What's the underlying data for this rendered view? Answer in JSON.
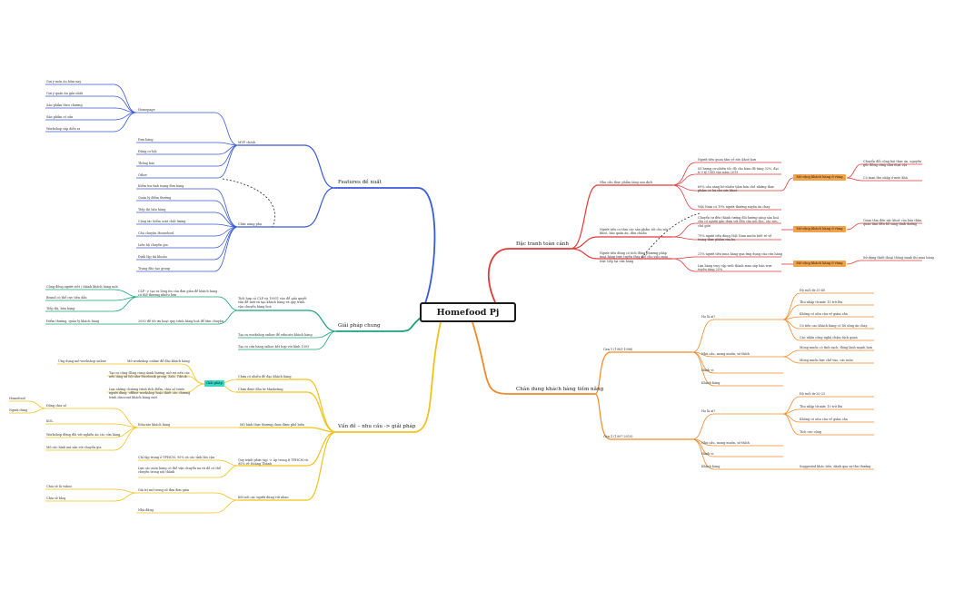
{
  "root": "Homefood Pj",
  "branches": {
    "features": "Features đề xuất",
    "solution": "Giải pháp chung",
    "problem": "Vấn đề – nhu cầu -> giải pháp",
    "context": "Đặc tranh toàn cảnh",
    "persona": "Chân dung khách hàng tiềm năng"
  },
  "features": {
    "main": "MVP chính",
    "homepage": "Homepage",
    "homepage_items": [
      "Gợi ý món ăn hôm nay",
      "Gợi ý quán ăn gần nhất",
      "Sản phẩm theo chương",
      "Sản phẩm có sẵn",
      "Workshop sắp diễn ra"
    ],
    "main_items": [
      "Đơn hàng",
      "Đăng cơ hội",
      "Thông báo",
      "Other"
    ],
    "extra": "Chức năng phụ",
    "extra_items": [
      "Kiểm tra tình trạng đơn hàng",
      "Quản lý điểm thưởng",
      "Tiếp thị bán hàng",
      "Cộng tác kiểm soát chất lượng",
      "Câu chuyện Homefood",
      "Liên hệ chuyên gia",
      "Định lập tài khoản",
      "Trang đào tạo group"
    ]
  },
  "solution": {
    "left_items": [
      "Cộng đồng người viết / thành khách hàng mới",
      "Brand có thể cực tiền dẫn",
      "Tiếp thị, bán hàng",
      "Điểm thưởng, quản lý khách hàng"
    ],
    "desc1": "CLP -> tạo ra lòng tin của đơn giản để khách hàng có thể thương nhiều hơn",
    "desc2": "2050 để tối ưu hoạt quy trình bằng hoá để tâm chuyện",
    "summary": "Tích hợp cả CLP và 19931 vào để giải quyết vấn đề mới và tạo khách hàng và quy trình vận chuyển hàng hoá",
    "workshop": "Tạo ra workshop online để educate khách hàng",
    "store": "Tạo ra cửa hàng online kết hợp với hình 1093"
  },
  "problem": {
    "ws_left": "Ứng dụng mở workshop online",
    "ws_right": "Mở workshop online để đào khách hàng",
    "giai_phap": "Giải pháp",
    "gp1": "Tạo ra cộng đồng cung danh hướng, mở rọi nền các nền tảng xã hội như Facebook group, Zalo, Tiktok...",
    "gp2": "Lựa những chương trình tích điểm, chia sẻ trước người dùng, offline workshop hoặc thiết các chương trình discount khách hàng mới",
    "need1": "Chưa có nhiều đề đạo khách hàng",
    "need2": "Chưa được đầu tư Marketing",
    "educate": "Educate khách hàng",
    "educate_right": "Mô hình thực thương chưa được phổ biến",
    "brand_left": [
      "Homefood",
      "Người dùng"
    ],
    "brand_mid": "Động chia sẻ",
    "kol": [
      "KOL",
      "Workshop đứng đối với nghiên ăn các cửa hàng",
      "Mô các hình mà sản vời chuyển gia"
    ],
    "process": "Quy trình phức tạp -> Áp trong ít TPHCM và 95% về Hoàng Thành",
    "process_items": [
      "Chỉ tập trung ở TPHCM, 95% và các tỉnh lân cận",
      "Lựa các món hàng có thể vận chuyển xa và dễ có thể chuyển trong nội thành"
    ],
    "price": "Giá trị mở trong số đơn đơn giản",
    "price_items": [
      "Chia sẻ là vahoo",
      "Chia sẻ blog"
    ],
    "reach": "Kết nối các người dùng với nhau",
    "ship": "Nhà đăng"
  },
  "context": {
    "nhu_cau": "Nhu cầu thực phẩm tăng sau dịch",
    "nc_items": [
      "Người tiêu quan tâm về sức khoẻ hơn",
      "Số lượng cư nhiên tốc độ cho hàm độ tăng 32%, đạt tí 9 tỷ USD vào năm 2019",
      "69% cần sáng hờ nhiều tiệm bán chế những thực phẩm có lợi cho sức khoẻ",
      "Việt Nam có 19% người thường xuyên ăn chay"
    ],
    "tag1": "Mở rộng khách hàng ở vùng",
    "tag1_right": [
      "Chuyển đổi cộng bài thực ăn, nguyên gốc đồng cũng như thực vật",
      "Có tuan thu nhập ở mức khá"
    ],
    "tam_ly": "Người tiêu cơ tâm các sản phẩm tốt cho sức khoẻ, bảo quản ăn, dâu chuẩn",
    "tl_items": [
      "Chuyển tự đến thành tướng đồi hướng sáng sản hoá chà có người gần thưa với đến cũa nói đọc, các sức, chú giời",
      "79% người tiêu dùng Việt Nam muốn biết rõ về trọng thực phẩm của họ"
    ],
    "tag2": "Mở rộng khách hàng ở vùng",
    "tag2_right": "Quan tâm đến sức khoẻ của bản thân, quan tâm đến bổ sung dinh dưỡng",
    "kenh": "Người tiêu dùng có tích động phương pháp mua hàng trực tuyến thay thế cho việc mua trực tiếp tại cửa hàng",
    "kenh_items": [
      "21% người tiêu mua hàng qua ứng dụng của cửa hàng",
      "Lựa hàng truy cập web thành mua sắp bán trực tuyến tăng 25%"
    ],
    "tag3": "Mở rộng khách hàng ở vùng",
    "tag3_right": "Sử dụng thiết thoại thông minh thỉ mua hàng"
  },
  "persona": {
    "genz": "Gen Y (1981-1996)",
    "genz_hoi": "Họ là ai?",
    "genz_items": [
      "Độ tuổi từ 25-40",
      "Thu nhập từ mức 15 trở lên",
      "Không có nhu cầu về giảm cân",
      "Có tiền cao khách hàng có lối sống ăn chay",
      "Các nhân công nghệ chậm tách quan"
    ],
    "genz_need": "Nhu cầu, mong muốn, sở thích",
    "genz_need_items": [
      "Mong muốn có tính sạch, đóng lành mạnh hơn",
      "Mong muốn bực chế vào, các món"
    ],
    "genz_hanh": "Hành vi",
    "genz_kt": "Khách hàng",
    "gen2": "Gen Z (1997-2010)",
    "gen2_hoi": "Họ là ai?",
    "gen2_items": [
      "Độ tuổi từ 20-23",
      "Thu nhập từ mức 10 trở lên",
      "Không có nhu cầu về giảm cân",
      "Tích cực cộng"
    ],
    "gen2_need": "Nhu cầu, mong muốn, sở thích",
    "gen2_hanh": "Hành vi",
    "gen2_kt": "Khách hàng",
    "gen2_kt_right": "Suggested khác tiền, dành qua sự thu thưởng"
  }
}
